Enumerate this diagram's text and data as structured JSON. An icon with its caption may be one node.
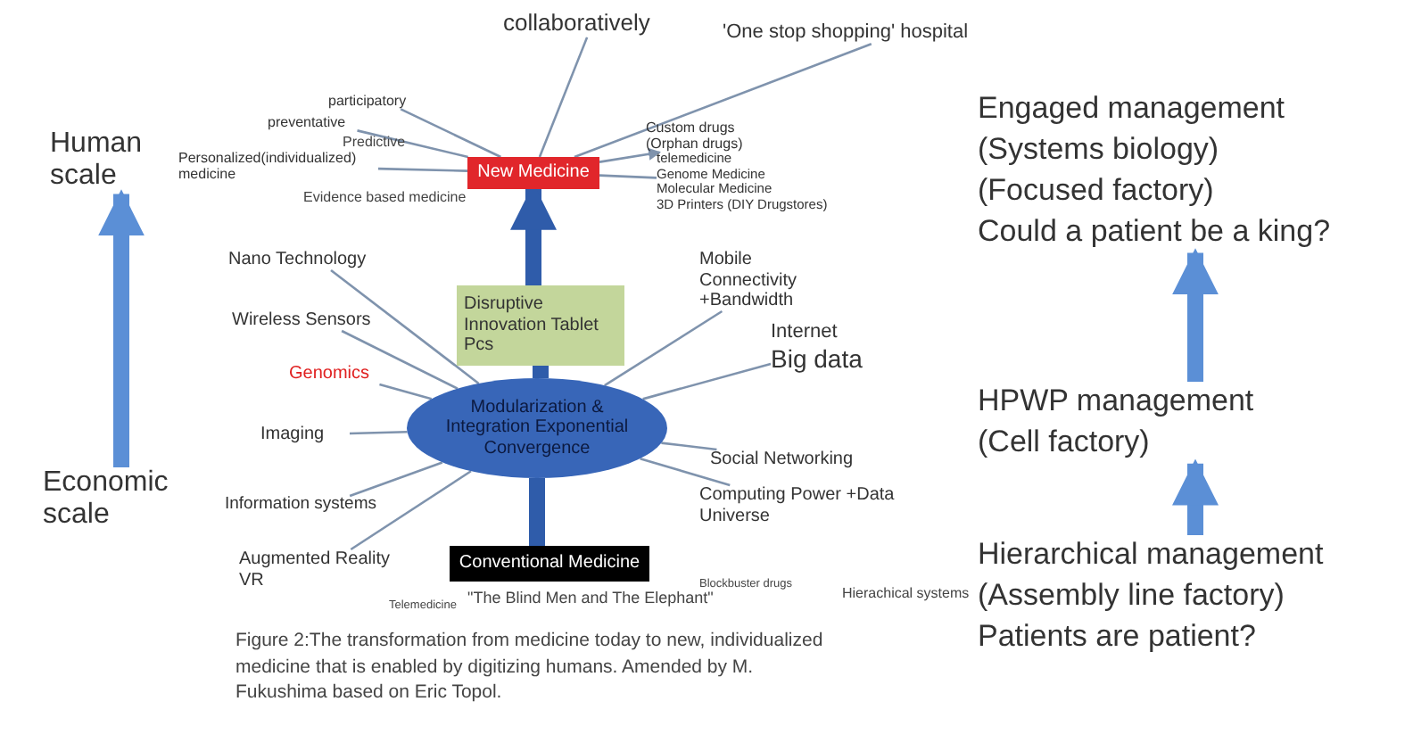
{
  "diagram": {
    "caption": "Figure 2:The transformation from medicine today to new, individualized medicine that is enabled by digitizing humans. Amended by M. Fukushima based on Eric Topol.",
    "nodes": [
      {
        "text": [
          "New Medicine"
        ]
      },
      {
        "text": [
          "collaboratively"
        ]
      },
      {
        "text": [
          "'One stop shopping' hospital"
        ]
      },
      {
        "text": [
          "participatory"
        ]
      },
      {
        "text": [
          "preventative"
        ]
      },
      {
        "text": [
          "Personalized(individualized) medicine"
        ]
      },
      {
        "text": [
          "Custom drugs",
          "(Orphan drugs)"
        ]
      },
      {
        "text": [
          "telemedicine",
          "Genome Medicine",
          "Molecular Medicine",
          "3D Printers (DIY Drugstores)"
        ]
      },
      {
        "text": [
          "Disruptive Innovation Tablet Pcs"
        ]
      },
      {
        "text": [
          "Modularization & Integration Exponential Convergence"
        ]
      },
      {
        "text": [
          "Nano Technology"
        ]
      },
      {
        "text": [
          "Wireless Sensors"
        ]
      },
      {
        "text": [
          "Genomics"
        ]
      },
      {
        "text": [
          "Imaging"
        ]
      },
      {
        "text": [
          "Information systems"
        ]
      },
      {
        "text": [
          "Augmented Reality VR"
        ]
      },
      {
        "text": [
          "Mobile Connectivity +Bandwidth"
        ]
      },
      {
        "text": [
          "Internet",
          "Big data"
        ]
      },
      {
        "text": [
          "Social Networking"
        ]
      },
      {
        "text": [
          "Computing Power +Data Universe"
        ]
      },
      {
        "text": [
          "Conventional Medicine"
        ]
      },
      {
        "text": [
          "Human scale"
        ]
      },
      {
        "text": [
          "Economic scale"
        ]
      },
      {
        "text": [
          "Engaged management",
          "(Systems biology)",
          "(Focused factory)",
          "Could a patient be a king?"
        ]
      },
      {
        "text": [
          "HPWP management",
          "(Cell factory)"
        ]
      },
      {
        "text": [
          "Hierarchical management",
          "(Assembly line factory)",
          "Patients are patient?"
        ]
      }
    ],
    "edges": [
      {
        "from": 0,
        "to": 1,
        "arrow": "none"
      },
      {
        "from": 0,
        "to": 2,
        "arrow": "none"
      },
      {
        "from": 0,
        "to": 3,
        "arrow": "none"
      },
      {
        "from": 0,
        "to": 4,
        "arrow": "none"
      },
      {
        "from": 0,
        "to": 5,
        "arrow": "none"
      },
      {
        "from": 0,
        "to": 6,
        "arrow": "to"
      },
      {
        "from": 0,
        "to": 7,
        "arrow": "none"
      },
      {
        "from": 10,
        "to": 9,
        "arrow": "none"
      },
      {
        "from": 11,
        "to": 9,
        "arrow": "none"
      },
      {
        "from": 12,
        "to": 9,
        "arrow": "none"
      },
      {
        "from": 13,
        "to": 9,
        "arrow": "none"
      },
      {
        "from": 14,
        "to": 9,
        "arrow": "none"
      },
      {
        "from": 15,
        "to": 9,
        "arrow": "none"
      },
      {
        "from": 16,
        "to": 9,
        "arrow": "none"
      },
      {
        "from": 17,
        "to": 9,
        "arrow": "none"
      },
      {
        "from": 18,
        "to": 9,
        "arrow": "none"
      },
      {
        "from": 19,
        "to": 9,
        "arrow": "none"
      },
      {
        "from": 20,
        "to": 9,
        "arrow": "none",
        "style": "thick",
        "color": "#2f5caa"
      },
      {
        "from": 9,
        "to": 8,
        "arrow": "none",
        "style": "thick",
        "color": "#2f5caa"
      },
      {
        "from": 8,
        "to": 0,
        "arrow": "to",
        "style": "thick",
        "color": "#2f5caa"
      },
      {
        "from": 22,
        "to": 21,
        "arrow": "to",
        "style": "thick",
        "color": "#5b8fd6"
      },
      {
        "from": 25,
        "to": 24,
        "arrow": "to",
        "style": "thick",
        "color": "#5b8fd6"
      },
      {
        "from": 24,
        "to": 23,
        "arrow": "to",
        "style": "thick",
        "color": "#5b8fd6"
      }
    ],
    "labels": [
      "Predictive",
      "Evidence based medicine",
      "Telemedicine",
      "\"The Blind Men and The Elephant\"",
      "Blockbuster drugs",
      "Hierachical systems"
    ]
  }
}
